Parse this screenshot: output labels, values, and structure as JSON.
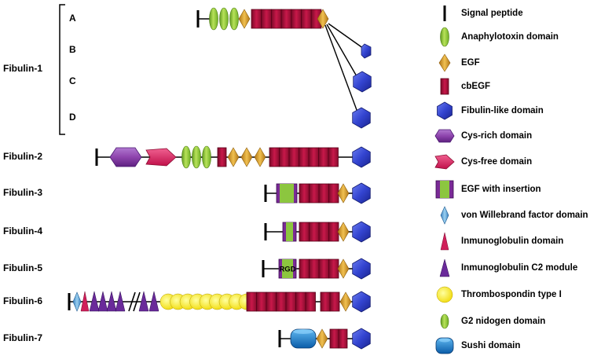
{
  "proteins": [
    {
      "name": "Fibulin-1",
      "isoforms": [
        "A",
        "B",
        "C",
        "D"
      ]
    },
    {
      "name": "Fibulin-2"
    },
    {
      "name": "Fibulin-3"
    },
    {
      "name": "Fibulin-4"
    },
    {
      "name": "Fibulin-5",
      "motif": "RGD"
    },
    {
      "name": "Fibulin-6"
    },
    {
      "name": "Fibulin-7"
    }
  ],
  "legend": [
    {
      "label": "Signal peptide",
      "shape": "signal-peptide",
      "color": "#000000"
    },
    {
      "label": "Anaphylotoxin domain",
      "shape": "anaphylatoxin",
      "color": "#8cc63f"
    },
    {
      "label": "EGF",
      "shape": "egf",
      "color": "#e0a52b"
    },
    {
      "label": "cbEGF",
      "shape": "cbegf",
      "color": "#b0103a"
    },
    {
      "label": "Fibulin-like domain",
      "shape": "fibulin-like",
      "color": "#3a4fd0"
    },
    {
      "label": "Cys-rich domain",
      "shape": "cys-rich",
      "color": "#8e44ad"
    },
    {
      "label": "Cys-free domain",
      "shape": "cys-free",
      "color": "#e0205a"
    },
    {
      "label": "EGF with insertion",
      "shape": "egf-insertion",
      "color": "#7a2a96"
    },
    {
      "label": "von Willebrand factor domain",
      "shape": "vwf",
      "color": "#5aa0d8"
    },
    {
      "label": "Inmunoglobulin domain",
      "shape": "ig",
      "color": "#d0205a"
    },
    {
      "label": "Inmunoglobulin C2 module",
      "shape": "ig-c2",
      "color": "#6a2a9a"
    },
    {
      "label": "Thrombospondin type I",
      "shape": "tsp1",
      "color": "#ffee00"
    },
    {
      "label": "G2 nidogen domain",
      "shape": "g2",
      "color": "#8cc63f"
    },
    {
      "label": "Sushi domain",
      "shape": "sushi",
      "color": "#1e88d8"
    }
  ]
}
